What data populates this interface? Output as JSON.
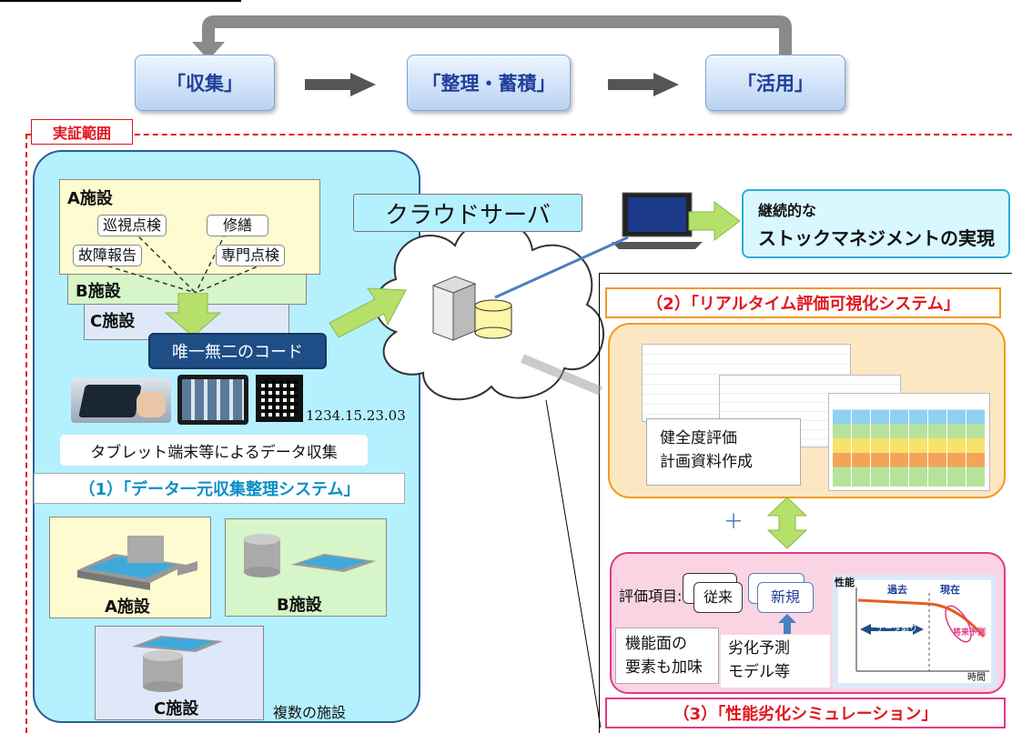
{
  "header": {
    "title": ""
  },
  "flow": {
    "collect": "「収集」",
    "organize": "「整理・蓄積」",
    "utilize": "「活用」"
  },
  "scope_label": "実証範囲",
  "facility_a": {
    "title": "A施設",
    "tasks": [
      "巡視点検",
      "修繕",
      "故障報告",
      "専門点検"
    ]
  },
  "facility_b_label": "B施設",
  "facility_c_label": "C施設",
  "unique_code": "唯一無二のコード",
  "code_number": "1234.15.23.03",
  "tablet_caption": "タブレット端末等によるデータ収集",
  "system1": "（1）「データ一元収集整理システム」",
  "facilities": {
    "a": "A施設",
    "b": "B施設",
    "c": "C施設",
    "multiple": "複数の施設"
  },
  "cloud_label": "クラウドサーバ",
  "result": {
    "line1": "継続的な",
    "line2": "ストックマネジメントの実現"
  },
  "system2": "（2）「リアルタイム評価可視化システム」",
  "health": {
    "line1": "健全度評価",
    "line2": "計画資料作成"
  },
  "plus": "＋",
  "eval": {
    "label": "評価項目:",
    "old": "従来",
    "new": "新規"
  },
  "func": {
    "line1": "機能面の",
    "line2": "要素も加味"
  },
  "model": {
    "line1": "劣化予測",
    "line2": "モデル等"
  },
  "graph": {
    "ylabel": "性能",
    "xlabel": "時間",
    "past": "過去",
    "now": "現在",
    "data": "データあり",
    "future": "将来予測"
  },
  "system3": "（3）「性能劣化シミュレーション」",
  "colors": {
    "accent_red": "#e0151f",
    "blue_text": "#1f3f9a",
    "green_arrow": "#b5e06a",
    "cyan_box": "#b5f0ff"
  }
}
